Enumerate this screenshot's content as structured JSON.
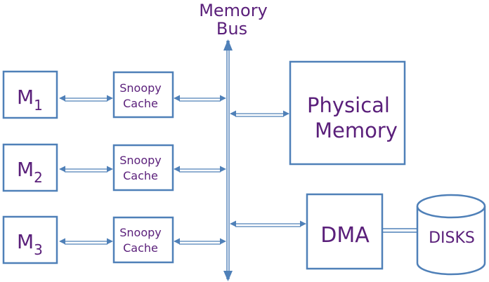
{
  "colors": {
    "stroke": "#4f80b8",
    "text": "#5a1f7a",
    "background": "#ffffff"
  },
  "bus": {
    "label_line1": "Memory",
    "label_line2": "Bus"
  },
  "processors": [
    {
      "letter": "M",
      "index": "1"
    },
    {
      "letter": "M",
      "index": "2"
    },
    {
      "letter": "M",
      "index": "3"
    }
  ],
  "caches": [
    {
      "line1": "Snoopy",
      "line2": "Cache"
    },
    {
      "line1": "Snoopy",
      "line2": "Cache"
    },
    {
      "line1": "Snoopy",
      "line2": "Cache"
    }
  ],
  "memory": {
    "line1": "Physical",
    "line2": "Memory"
  },
  "dma": {
    "label": "DMA"
  },
  "disks": {
    "label": "DISKS"
  }
}
